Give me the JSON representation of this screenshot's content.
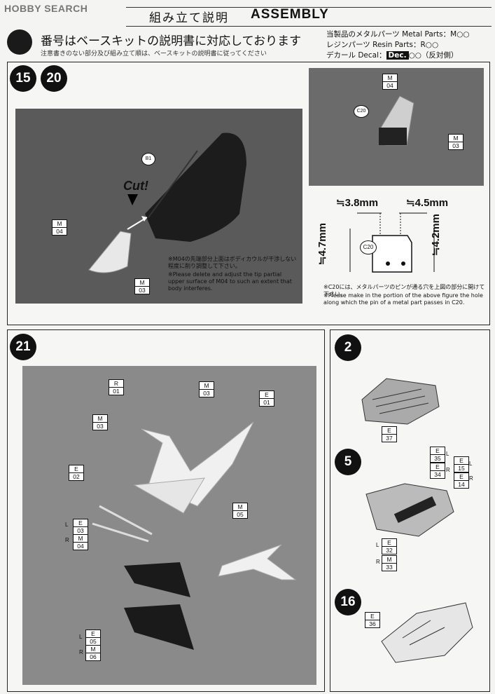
{
  "logo": "HOBBY SEARCH",
  "header": {
    "title_jp": "組み立て説明",
    "title_en": "ASSEMBLY"
  },
  "notes": {
    "main_jp": "番号はベースキットの説明書に対応しております",
    "sub_jp": "注意書きのない部分及び組み立て順は、ベースキットの説明書に従ってください"
  },
  "legend": {
    "metal": "当製品のメタルパーツ Metal Parts：M○○",
    "resin": "レジンパーツ Resin Parts：R○○",
    "decal_prefix": "デカール Decal：",
    "decal_box": "Dec.",
    "decal_suffix": "○○（反対側）"
  },
  "panel1": {
    "steps": [
      "15",
      "20"
    ],
    "cut_label": "Cut!",
    "b1": "B1",
    "m04": {
      "t": "M",
      "n": "04"
    },
    "m03": {
      "t": "M",
      "n": "03"
    },
    "note_jp": "※M04の先端部分上面はボディカウルが干渉しない程度に削り調整して下さい。",
    "note_en": "※Please delete and adjust the tip partial upper surface of M04 to such an extent that body interferes.",
    "inset": {
      "c20": "C20",
      "m04": {
        "t": "M",
        "n": "04"
      },
      "m03": {
        "t": "M",
        "n": "03"
      }
    },
    "dims": {
      "d1": "≒3.8mm",
      "d2": "≒4.5mm",
      "d3": "≒4.7mm",
      "d4": "≒4.2mm",
      "c20": "C20"
    },
    "note2_jp": "※C20には、メタルパーツのピンが通る穴を上図の部分に開けて下さい。",
    "note2_en": "※Please make in the portion of the above figure the hole along which the pin of a metal part passes in C20."
  },
  "panel21": {
    "step": "21",
    "r01": {
      "t": "R",
      "n": "01"
    },
    "m03a": {
      "t": "M",
      "n": "03"
    },
    "e01": {
      "t": "E",
      "n": "01"
    },
    "m03b": {
      "t": "M",
      "n": "03"
    },
    "e02": {
      "t": "E",
      "n": "02"
    },
    "e03": {
      "t": "E",
      "n": "03"
    },
    "m04": {
      "t": "M",
      "n": "04"
    },
    "m05": {
      "t": "M",
      "n": "05"
    },
    "e05": {
      "t": "E",
      "n": "05"
    },
    "m06": {
      "t": "M",
      "n": "06"
    },
    "L": "L",
    "R": "R"
  },
  "panel_right": {
    "s2": "2",
    "e37": {
      "t": "E",
      "n": "37"
    },
    "s5": "5",
    "e35": {
      "t": "E",
      "n": "35"
    },
    "e34": {
      "t": "E",
      "n": "34"
    },
    "e15": {
      "t": "E",
      "n": "15"
    },
    "e14": {
      "t": "E",
      "n": "14"
    },
    "e32": {
      "t": "E",
      "n": "32"
    },
    "m33": {
      "t": "M",
      "n": "33"
    },
    "s16": "16",
    "e36": {
      "t": "E",
      "n": "36"
    },
    "L": "L",
    "R": "R"
  }
}
